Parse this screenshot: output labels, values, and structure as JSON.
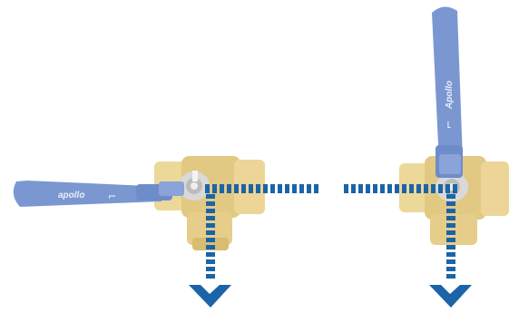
{
  "image": {
    "description_free": true
  },
  "valves": [
    {
      "position": "horizontal-handle",
      "handle_text": "apollo",
      "handle_color": "#6f8fcf",
      "body_color": "#e8d28f"
    },
    {
      "position": "vertical-handle",
      "handle_text": "Apollo",
      "handle_color": "#6f8fcf",
      "body_color": "#e8d28f"
    }
  ],
  "colors": {
    "flow_arrow": "#1b64a8",
    "handle_blue": "#7b97d2",
    "handle_blue_dark": "#5b79b6",
    "brass_light": "#f0e0a8",
    "brass_mid": "#e0c67e",
    "brass_dark": "#c9ac62",
    "steel": "#d8d8d8",
    "white": "#ffffff"
  },
  "icons": {
    "flow_path_1": "dashed-flow-arrow-icon",
    "flow_path_2": "dashed-flow-arrow-icon"
  }
}
